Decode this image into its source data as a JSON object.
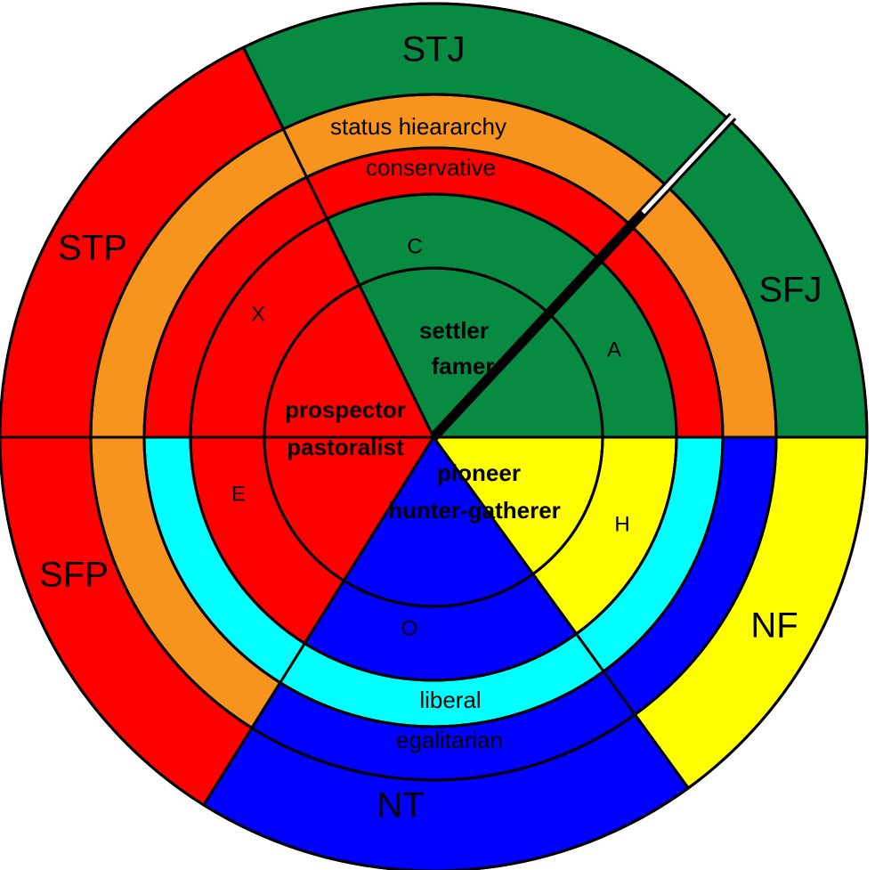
{
  "colors": {
    "red": "#ff0000",
    "green": "#078a42",
    "orange": "#f7941d",
    "blue": "#0000ff",
    "yellow": "#ffff00",
    "cyan": "#00ffff",
    "white": "#ffffff",
    "stroke": "#000000"
  },
  "outer_ring": {
    "stj": "STJ",
    "sfj": "SFJ",
    "stp": "STP",
    "sfp": "SFP",
    "nt": "NT",
    "nf": "NF"
  },
  "bands": {
    "status_hierarchy": "status hieararchy",
    "conservative": "conservative",
    "liberal": "liberal",
    "egalitarian": "egalitarian"
  },
  "big_five": {
    "c": "C",
    "a": "A",
    "x": "X",
    "e": "E",
    "h": "H",
    "o": "O"
  },
  "core": {
    "settler_line1": "settler",
    "settler_line2": "famer",
    "prospector_line1": "prospector",
    "prospector_line2": "pastoralist",
    "pioneer_line1": "pioneer",
    "pioneer_line2": "hunter-gatherer"
  }
}
